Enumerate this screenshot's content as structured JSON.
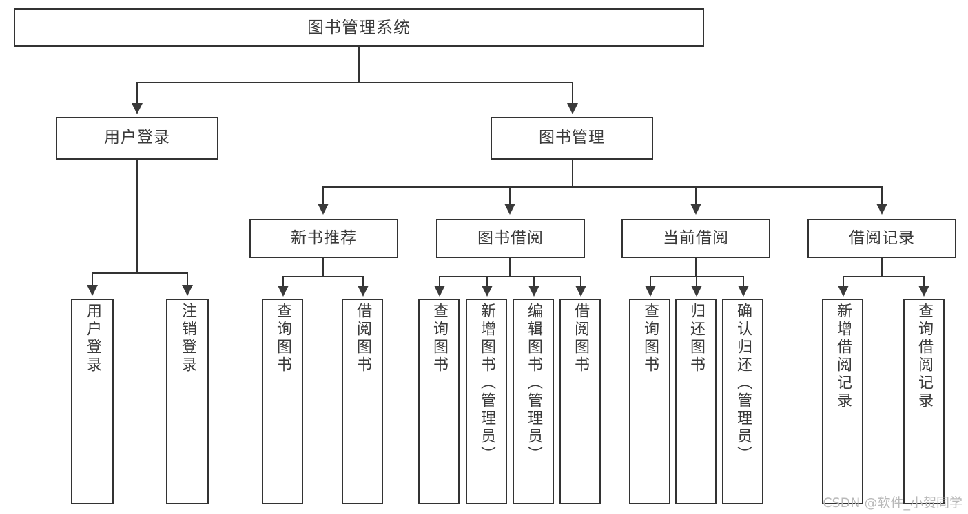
{
  "diagram": {
    "type": "tree",
    "title": "图书管理系统",
    "root": {
      "id": "root",
      "label": "图书管理系统"
    },
    "level2": [
      {
        "id": "user-login",
        "label": "用户登录"
      },
      {
        "id": "book-manage",
        "label": "图书管理"
      }
    ],
    "level3": [
      {
        "id": "new-book-recommend",
        "label": "新书推荐",
        "parent": "book-manage"
      },
      {
        "id": "book-borrow",
        "label": "图书借阅",
        "parent": "book-manage"
      },
      {
        "id": "current-borrow",
        "label": "当前借阅",
        "parent": "book-manage"
      },
      {
        "id": "borrow-record",
        "label": "借阅记录",
        "parent": "book-manage"
      }
    ],
    "leaves": {
      "user_login": [
        {
          "id": "leaf-user-login",
          "label": "用户登录"
        },
        {
          "id": "leaf-logout",
          "label": "注销登录"
        }
      ],
      "new_book_recommend": [
        {
          "id": "leaf-query-book-1",
          "label": "查询图书"
        },
        {
          "id": "leaf-borrow-book-1",
          "label": "借阅图书"
        }
      ],
      "book_borrow": [
        {
          "id": "leaf-query-book-2",
          "label": "查询图书"
        },
        {
          "id": "leaf-add-book",
          "label": "新增图书（管理员）"
        },
        {
          "id": "leaf-edit-book",
          "label": "编辑图书（管理员）"
        },
        {
          "id": "leaf-borrow-book-2",
          "label": "借阅图书"
        }
      ],
      "current_borrow": [
        {
          "id": "leaf-query-book-3",
          "label": "查询图书"
        },
        {
          "id": "leaf-return-book",
          "label": "归还图书"
        },
        {
          "id": "leaf-confirm-return",
          "label": "确认归还（管理员）"
        }
      ],
      "borrow_record": [
        {
          "id": "leaf-add-record",
          "label": "新增借阅记录"
        },
        {
          "id": "leaf-query-record",
          "label": "查询借阅记录"
        }
      ]
    }
  },
  "watermark": {
    "text": "CSDN @软件_小贺同学"
  },
  "colors": {
    "background": "#ffffff",
    "box_border": "#333333",
    "box_fill": "#ffffff",
    "text": "#3a3a3a",
    "connector": "#333333",
    "watermark": "#b9b9b9"
  }
}
